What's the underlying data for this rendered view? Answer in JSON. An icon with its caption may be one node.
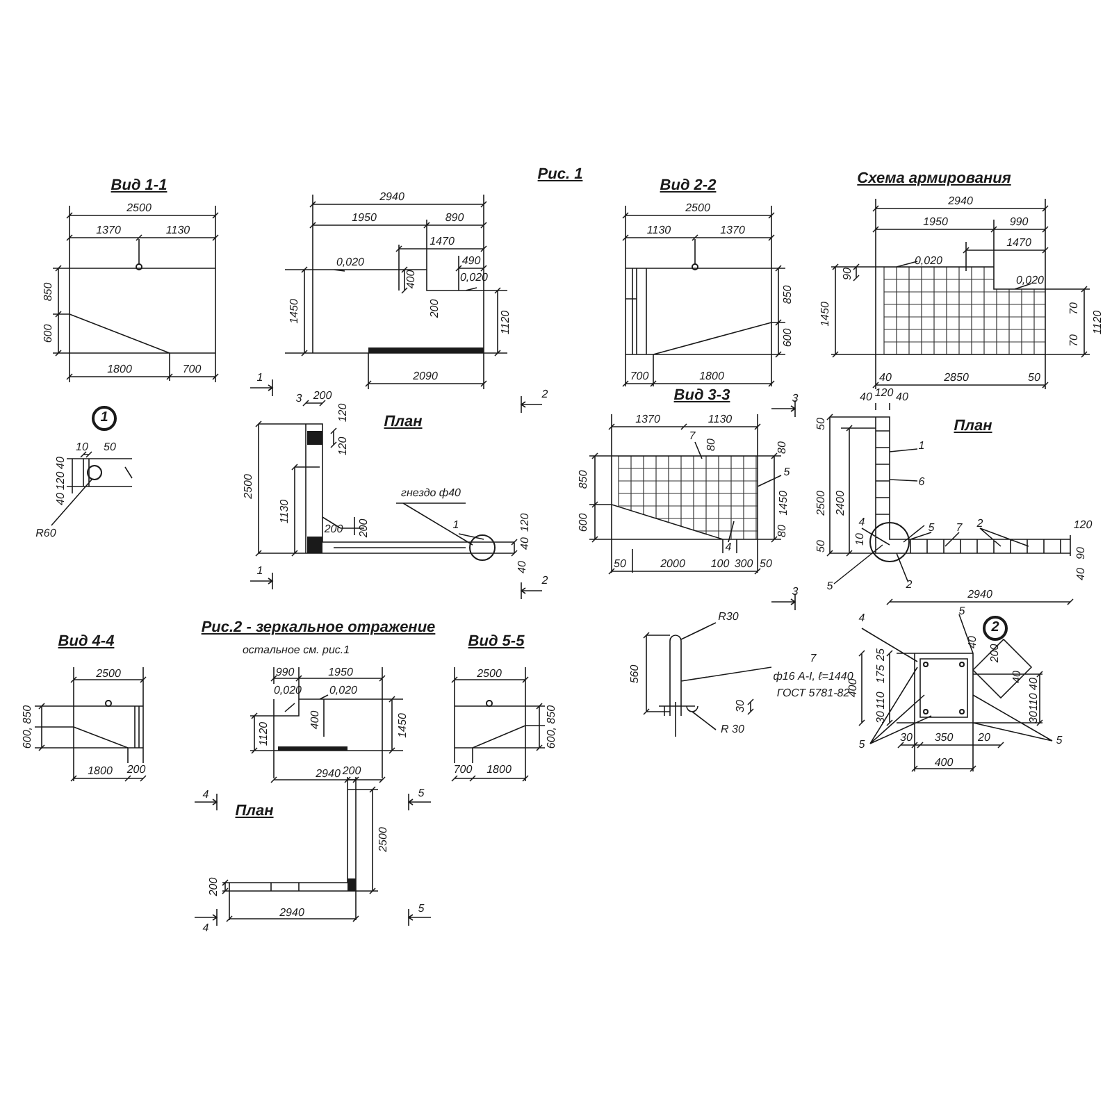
{
  "diagram": {
    "labels": [
      "Вид 1-1",
      "Рис. 1",
      "Вид 2-2",
      "Схема армирования",
      "2500",
      "1370",
      "1130",
      "850",
      "600",
      "1800",
      "700",
      "1",
      "2940",
      "1950",
      "890",
      "1470",
      "0,020",
      "490",
      "400",
      "0,020",
      "1450",
      "200",
      "1120",
      "2090",
      "2",
      "2500",
      "1130",
      "1370",
      "850",
      "600",
      "700",
      "1800",
      "2940",
      "1950",
      "990",
      "1470",
      "0,020",
      "0,020",
      "90",
      "1450",
      "70",
      "1120",
      "70",
      "40",
      "2850",
      "50",
      "1",
      "10",
      "50",
      "40",
      "120",
      "40",
      "R60",
      "3",
      "200",
      "120",
      "План",
      "2500",
      "120",
      "гнездо ф40",
      "1130",
      "200",
      "200",
      "1",
      "120",
      "40",
      "40",
      "1",
      "2",
      "Вид 3-3",
      "3",
      "1370",
      "1130",
      "7",
      "80",
      "80",
      "850",
      "5",
      "1450",
      "600",
      "80",
      "4",
      "50",
      "2000",
      "100",
      "300",
      "50",
      "3",
      "40",
      "120",
      "40",
      "50",
      "План",
      "1",
      "6",
      "2500",
      "2400",
      "10",
      "4",
      "5",
      "7",
      "2",
      "50",
      "5",
      "2",
      "120",
      "90",
      "40",
      "2940",
      "Вид 4-4",
      "Рис.2 - зеркальное отражение",
      "остальное см. рис.1",
      "Вид 5-5",
      "2500",
      "600, 850",
      "1800",
      "200",
      "990",
      "1950",
      "0,020",
      "0,020",
      "1120",
      "400",
      "1450",
      "2940",
      "2500",
      "600, 850",
      "700",
      "1800",
      "4",
      "План",
      "200",
      "5",
      "2500",
      "200",
      "2940",
      "4",
      "5",
      "R30",
      "560",
      "7",
      "ф16 A-I, ℓ=1440",
      "ГОСТ 5781-82",
      "30",
      "R 30",
      "4",
      "5",
      "2",
      "40",
      "200",
      "40",
      "25",
      "175",
      "400",
      "110",
      "30",
      "40",
      "110",
      "30",
      "5",
      "30",
      "350",
      "20",
      "5",
      "400"
    ]
  }
}
